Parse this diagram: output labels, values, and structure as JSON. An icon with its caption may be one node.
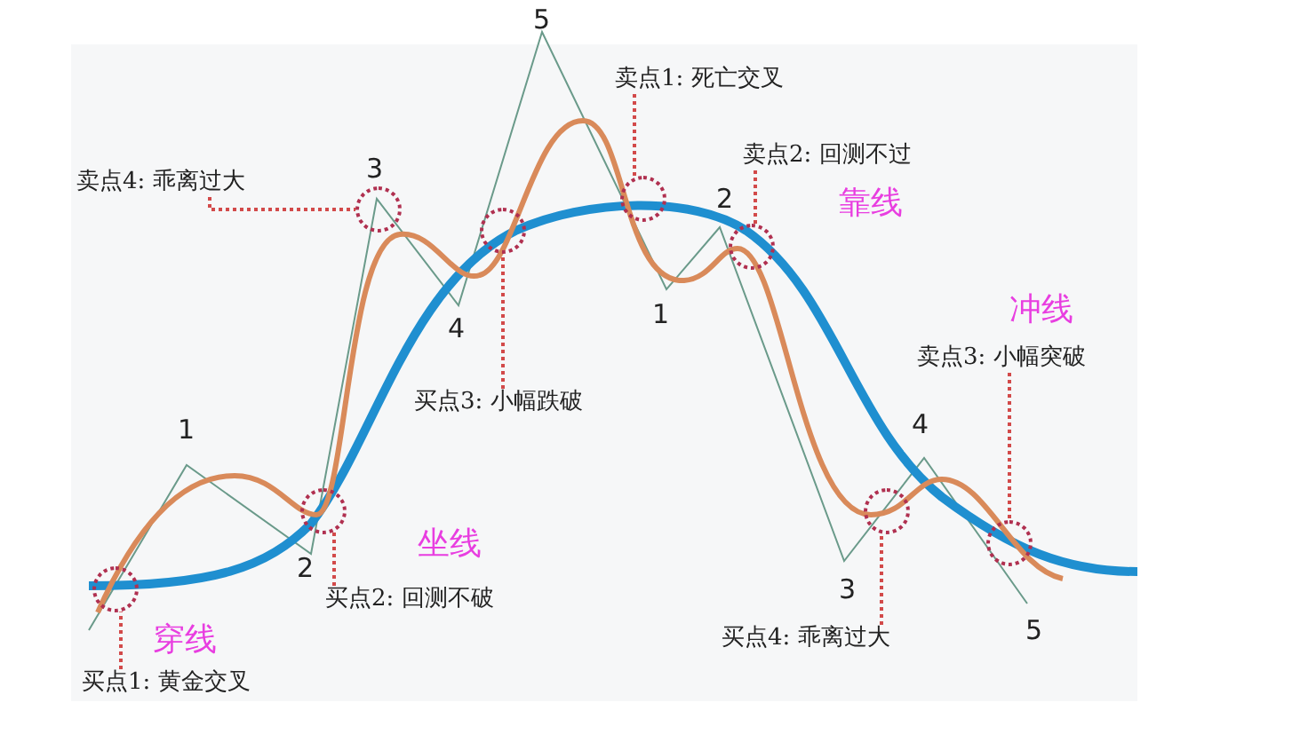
{
  "diagram": {
    "nodes": [
      {
        "text": [
          "卖点1: 死亡交叉"
        ]
      },
      {
        "text": [
          "卖点2: 回测不过"
        ]
      },
      {
        "text": [
          "卖点4: 乖离过大"
        ]
      },
      {
        "text": [
          "卖点3: 小幅突破"
        ]
      },
      {
        "text": [
          "买点3: 小幅跌破"
        ]
      },
      {
        "text": [
          "买点2: 回测不破"
        ]
      },
      {
        "text": [
          "买点4: 乖离过大"
        ]
      },
      {
        "text": [
          "买点1: 黄金交叉"
        ]
      },
      {
        "text": [],
        "shape": "circle"
      },
      {
        "text": [],
        "shape": "circle"
      },
      {
        "text": [],
        "shape": "circle"
      },
      {
        "text": [],
        "shape": "circle"
      },
      {
        "text": [],
        "shape": "circle"
      },
      {
        "text": [],
        "shape": "circle"
      },
      {
        "text": [],
        "shape": "circle"
      },
      {
        "text": [],
        "shape": "circle"
      }
    ],
    "edges": [
      {
        "from": 0,
        "to": 12,
        "arrow": "none",
        "style": "dashed"
      },
      {
        "from": 1,
        "to": 13,
        "arrow": "none",
        "style": "dashed"
      },
      {
        "from": 2,
        "to": 10,
        "arrow": "none",
        "style": "dashed"
      },
      {
        "from": 3,
        "to": 15,
        "arrow": "none",
        "style": "dashed"
      },
      {
        "from": 4,
        "to": 11,
        "arrow": "none",
        "style": "dashed"
      },
      {
        "from": 5,
        "to": 9,
        "arrow": "none",
        "style": "dashed"
      },
      {
        "from": 6,
        "to": 14,
        "arrow": "none",
        "style": "dashed"
      },
      {
        "from": 7,
        "to": 8,
        "arrow": "none",
        "style": "dashed"
      }
    ],
    "labels": [
      "5",
      "3",
      "2",
      "靠线",
      "4",
      "1",
      "冲线",
      "4",
      "1",
      "坐线",
      "2",
      "3",
      "5",
      "穿线"
    ]
  }
}
